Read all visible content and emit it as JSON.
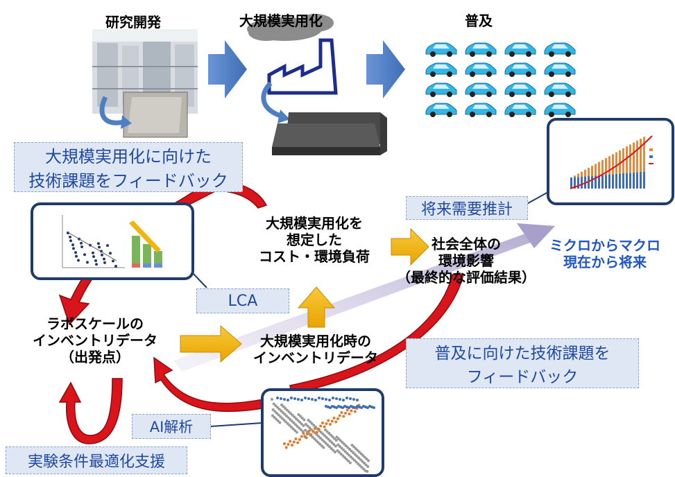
{
  "top": {
    "stage_research": "研究開発",
    "stage_scaleup": "大規模実用化",
    "stage_spread": "普及"
  },
  "boxes": {
    "feedback_scaleup_line1": "大規模実用化に向けた",
    "feedback_scaleup_line2": "技術課題をフィードバック",
    "future_demand": "将来需要推計",
    "lca": "LCA",
    "feedback_spread_line1": "普及に向けた技術課題を",
    "feedback_spread_line2": "フィードバック",
    "ai_analysis": "AI解析",
    "experiment_support": "実験条件最適化支援"
  },
  "nodes": {
    "cost_env_line1": "大規模実用化を",
    "cost_env_line2": "想定した",
    "cost_env_line3": "コスト・環境負荷",
    "society_line1": "社会全体の",
    "society_line2": "環境影響",
    "society_line3": "（最終的な評価結果）",
    "micro_macro_line1": "ミクロからマクロ",
    "micro_macro_line2": "現在から将来",
    "lab_inventory_line1": "ラボスケールの",
    "lab_inventory_line2": "インベントリデータ",
    "lab_inventory_line3": "（出発点）",
    "scale_inventory_line1": "大規模実用化時の",
    "scale_inventory_line2": "インベントリデータ"
  },
  "icons": [
    "lab-photo",
    "factory-icon",
    "material-block-photo",
    "car-icon",
    "bar-line-chart",
    "scatter-plot",
    "stacked-bar-chart",
    "red-curved-arrow",
    "blue-block-arrow",
    "yellow-block-arrow"
  ],
  "colors": {
    "blue_arrow": "#4f7fc3",
    "red_arrow": "#d9141b",
    "yellow_arrow": "#f2b40e",
    "box_fill": "#dfe6f4",
    "text_blue": "#1f55c8",
    "car": "#33b6e6",
    "frame": "#1f3b6b"
  }
}
